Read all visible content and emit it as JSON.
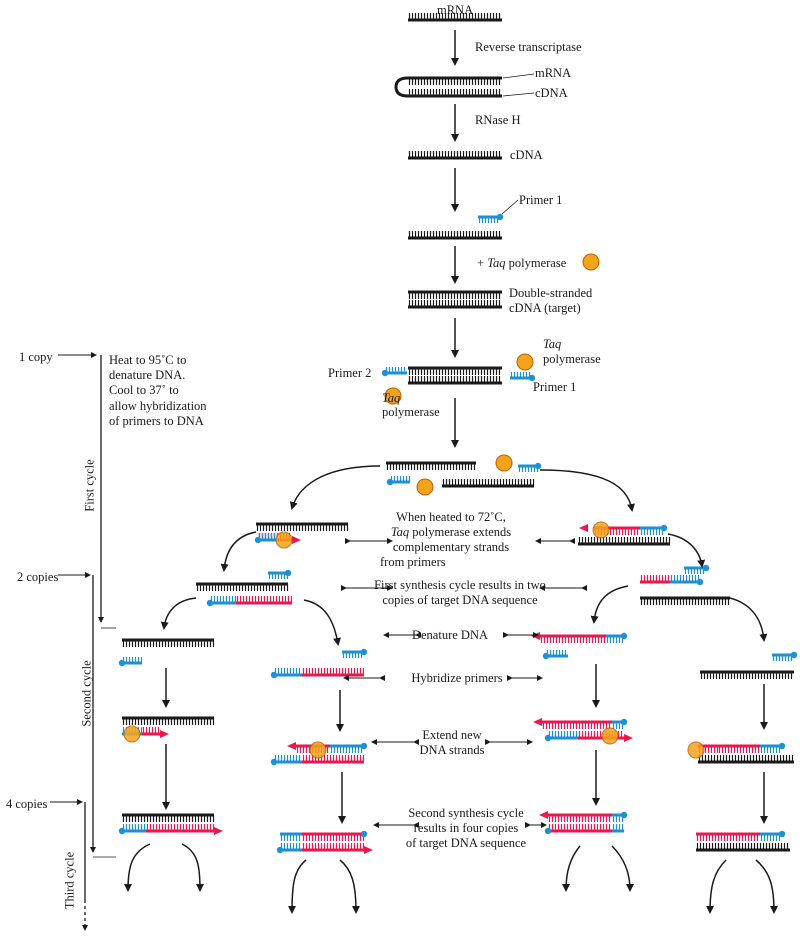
{
  "labels": {
    "mrna_top": "mRNA",
    "reverse_transcriptase": "Reverse transcriptase",
    "mrna_side": "mRNA",
    "cdna_side": "cDNA",
    "rnase_h": "RNase H",
    "cdna": "cDNA",
    "primer1_top": "Primer 1",
    "taq_plus": "+ ",
    "taq_italic": "Taq",
    "taq_polymerase_word": " polymerase",
    "double_stranded_1": "Double-stranded",
    "double_stranded_2": "cDNA (target)",
    "taq_right_1": "Taq",
    "taq_right_2": "polymerase",
    "primer1_right": "Primer 1",
    "primer2": "Primer 2",
    "taq_left_1": "Taq",
    "taq_left_2": "polymerase",
    "one_copy": "1 copy",
    "heat_1": "Heat to 95˚C to",
    "heat_2": "denature DNA.",
    "heat_3": "Cool to 37˚ to",
    "heat_4": "allow hybridization",
    "heat_5": "of primers to DNA",
    "first_cycle": "First cycle",
    "heated72_1": "When heated to 72˚C,",
    "heated72_2a": "Taq",
    "heated72_2b": " polymerase extends",
    "heated72_3": "complementary strands",
    "heated72_4": "from primers",
    "two_copies": "2 copies",
    "first_synth_1": "First synthesis cycle results in two",
    "first_synth_2": "copies of target DNA sequence",
    "second_cycle": "Second cycle",
    "denature": "Denature DNA",
    "hybridize": "Hybridize primers",
    "extend_1": "Extend new",
    "extend_2": "DNA strands",
    "four_copies": "4 copies",
    "third_cycle": "Third cycle",
    "second_synth_1": "Second synthesis cycle",
    "second_synth_2": "results in four copies",
    "second_synth_3": "of target DNA sequence"
  },
  "colors": {
    "template_strand": "#1a1a1a",
    "primer_blue": "#1f8fd6",
    "new_strand_red": "#e8194f",
    "polymerase_orange": "#f5a31a",
    "polymerase_outline": "#b5620a"
  }
}
